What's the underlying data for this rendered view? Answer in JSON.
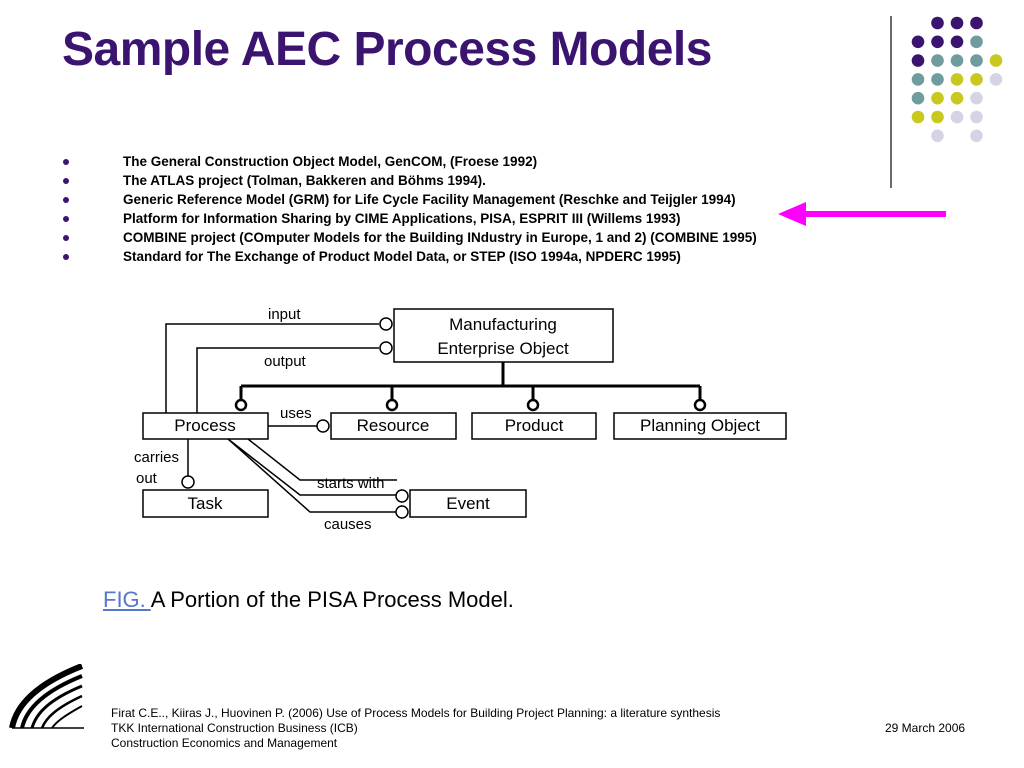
{
  "slide": {
    "title": "Sample AEC Process Models"
  },
  "bullets": [
    "The General Construction Object Model, GenCOM, (Froese 1992)",
    "The ATLAS project (Tolman, Bakkeren and Böhms 1994).",
    "Generic Reference Model (GRM) for Life Cycle Facility Management (Reschke and Teijgler 1994)",
    "Platform for Information Sharing by CIME Applications, PISA, ESPRIT III (Willems 1993)",
    "COMBINE project (COmputer Models for the Building INdustry in Europe, 1 and 2) (COMBINE 1995)",
    "Standard for The Exchange of Product Model Data, or STEP (ISO 1994a, NPDERC 1995)"
  ],
  "highlight": {
    "arrow_color": "#ff00ff",
    "points_to": "Platform for Information Sharing by CIME Applications, PISA, ESPRIT III (Willems 1993)"
  },
  "diagram": {
    "boxes": {
      "mfg_line1": "Manufacturing",
      "mfg_line2": "Enterprise Object",
      "process": "Process",
      "resource": "Resource",
      "product": "Product",
      "planning": "Planning Object",
      "task": "Task",
      "event": "Event"
    },
    "labels": {
      "input": "input",
      "output": "output",
      "uses": "uses",
      "carries_line1": "carries",
      "carries_line2": "out",
      "starts_with": "starts with",
      "causes": "causes"
    }
  },
  "caption": {
    "link": "FIG. ",
    "text": "A Portion of the PISA Process Model."
  },
  "footer": {
    "line1": "Firat C.E.., Kiiras J., Huovinen P.  (2006) Use of Process Models for Building Project Planning: a literature synthesis",
    "line2": "TKK International Construction Business (ICB)",
    "line3": "Construction Economics and Management",
    "date": "29 March 2006"
  },
  "theme": {
    "title_color": "#3b1470",
    "dot_purple": "#3b1470",
    "dot_teal": "#6f9c9c",
    "dot_yellow": "#c8c81e",
    "dot_lavender": "#d4d4e4"
  }
}
